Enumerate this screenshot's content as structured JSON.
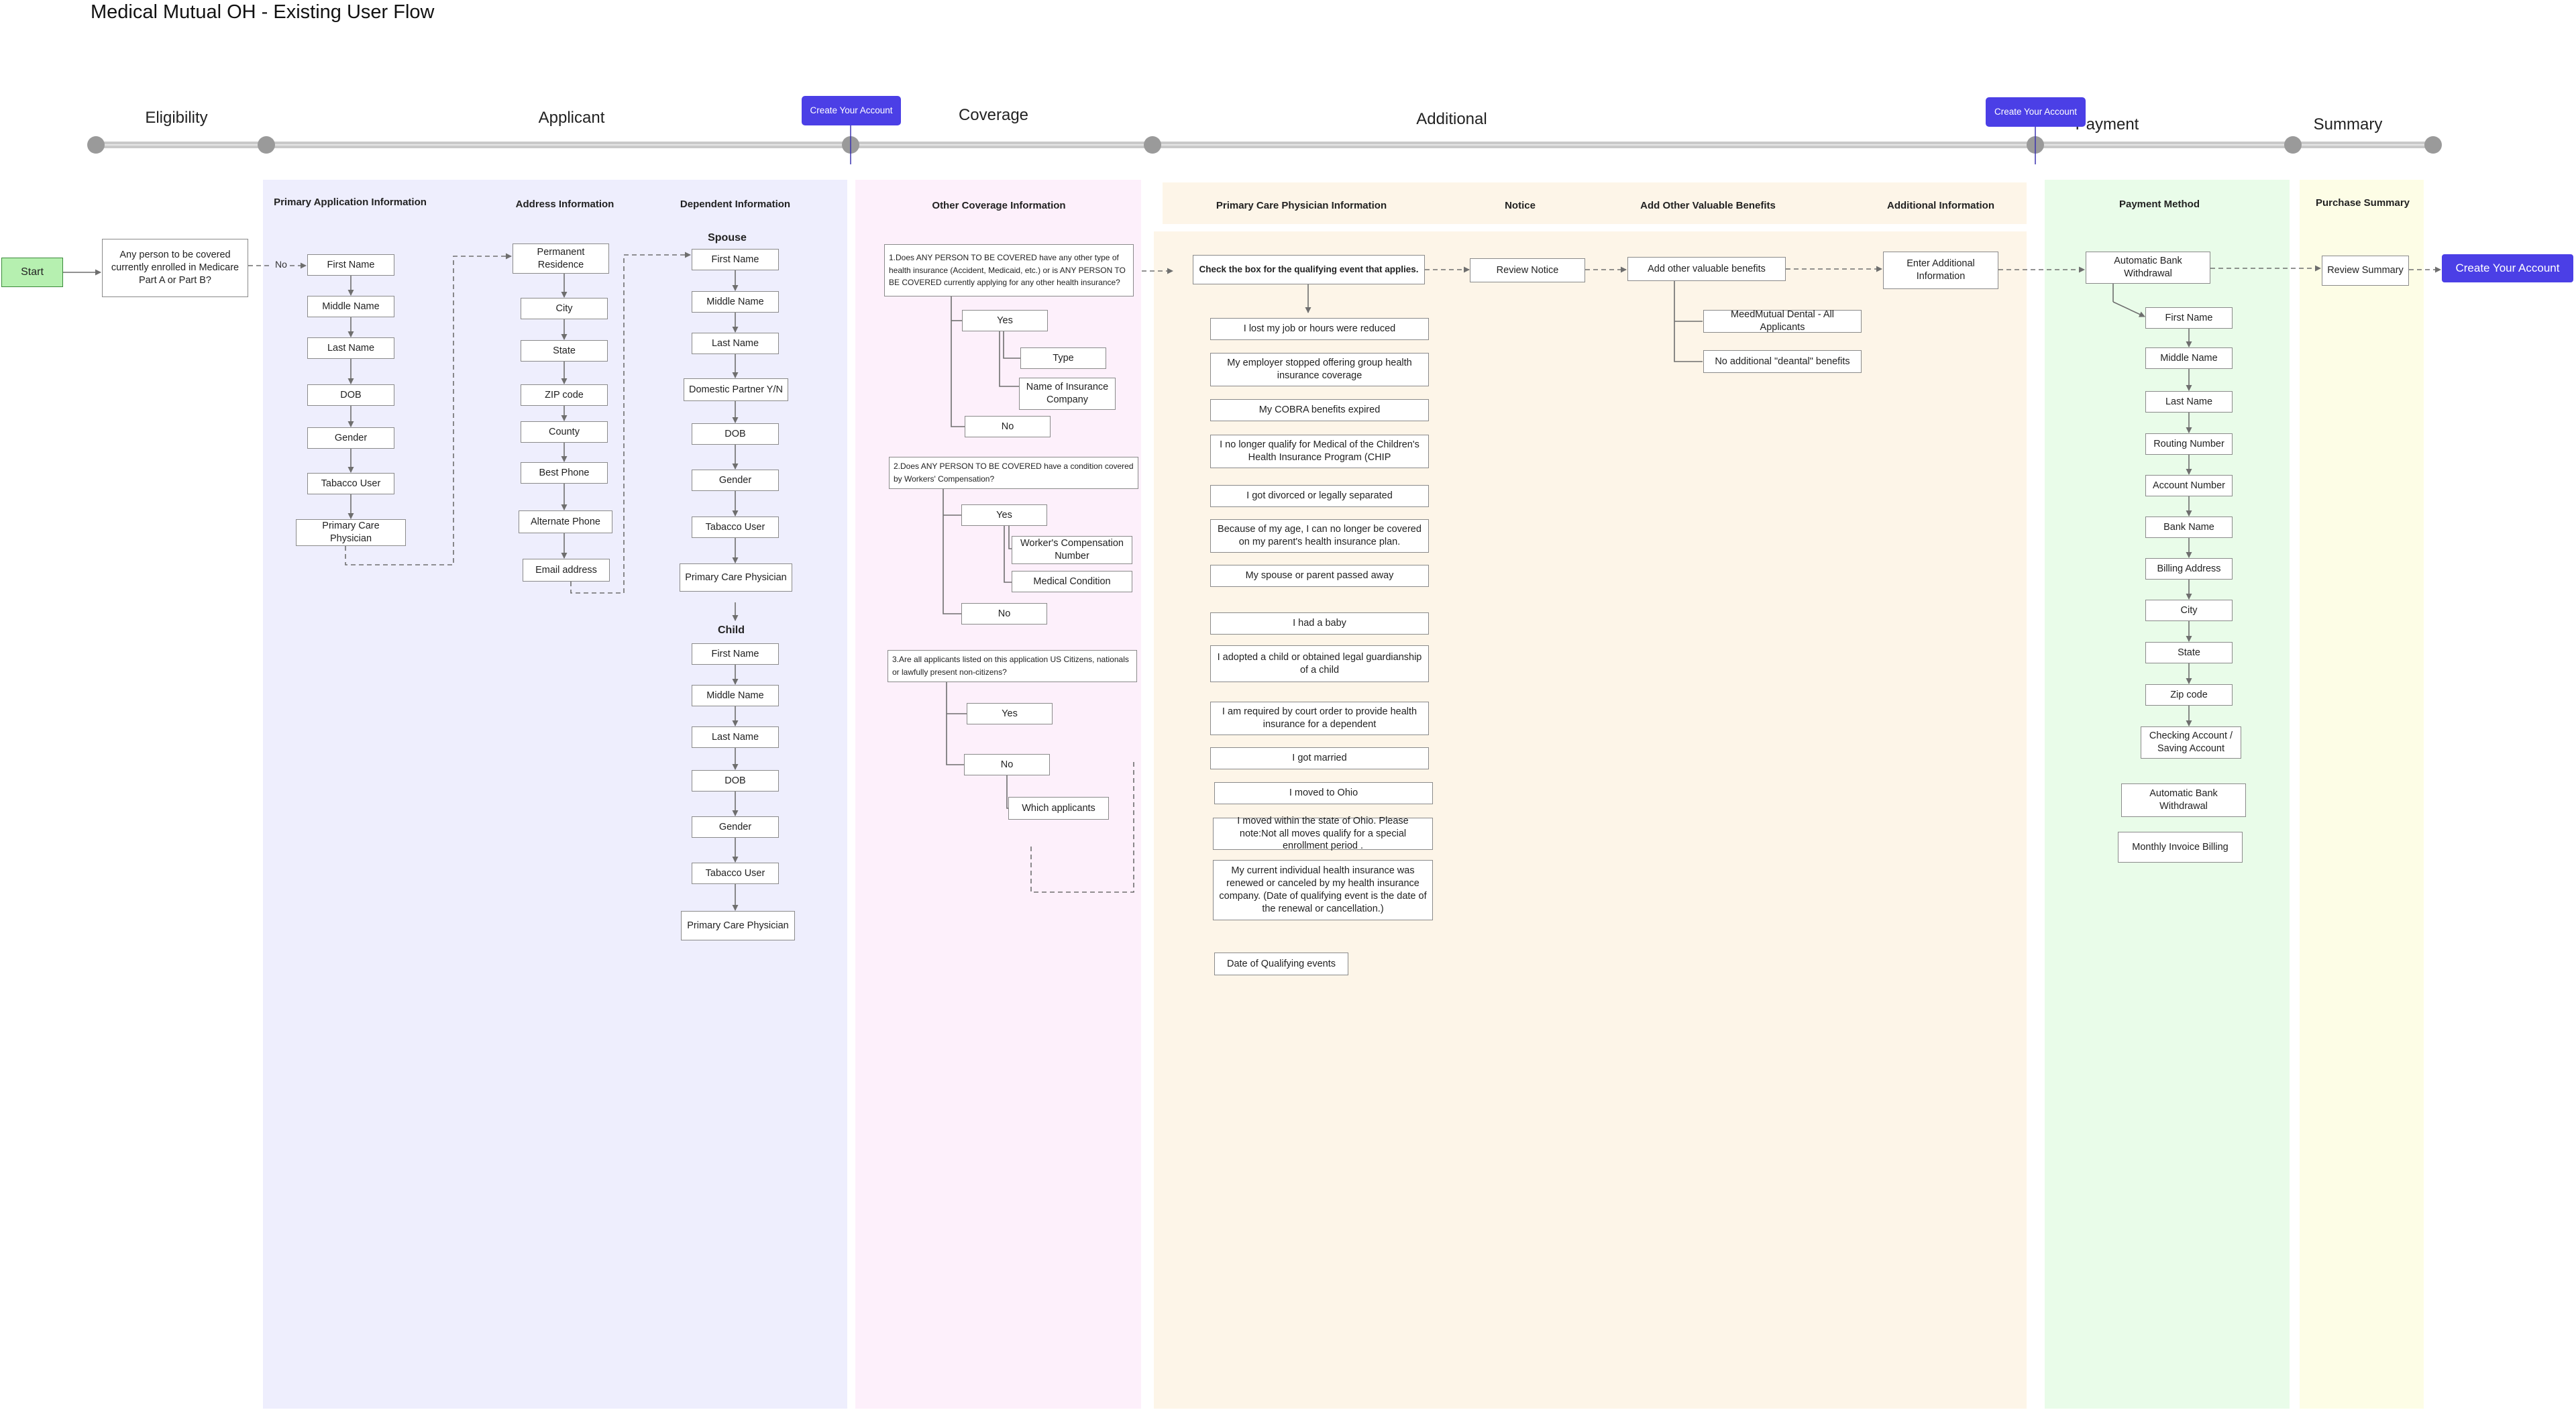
{
  "title": "Medical Mutual OH - Existing User Flow",
  "colors": {
    "applicant_band": "#eeeefd",
    "coverage_band": "#fdf0fb",
    "additional_band": "#fdf5e8",
    "payment_band": "#e9fce9",
    "summary_band": "#fdfde6",
    "timeline": "#c9c9c9",
    "dot": "#9a9a9a",
    "cta": "#4b3fe6",
    "start": "#b6f0b0",
    "connector": "#6e6e6e"
  },
  "phases": [
    "Eligibility",
    "Applicant",
    "Coverage",
    "Additional",
    "Payment",
    "Summary"
  ],
  "milestones": [
    "Create Your Account",
    "Create Your Account"
  ],
  "sections": {
    "primary": "Primary Application Information",
    "address": "Address Information",
    "dependent": "Dependent  Information",
    "other_coverage": "Other Coverage Information",
    "pcp": "Primary  Care Physician Information",
    "notice": "Notice",
    "benefits": "Add Other Valuable Benefits",
    "additional_info": "Additional Information",
    "payment_method": "Payment Method",
    "purchase_summary": "Purchase Summary"
  },
  "eligibility": {
    "start": "Start",
    "question": "Any person to be covered currently enrolled in Medicare Part A or Part B?",
    "no_label": "No"
  },
  "applicant": {
    "primary": [
      "First Name",
      "Middle Name",
      "Last Name",
      "DOB",
      "Gender",
      "Tabacco User",
      "Primary Care Physician"
    ],
    "address": [
      "Permanent Residence",
      "City",
      "State",
      "ZIP code",
      "County",
      "Best Phone",
      "Alternate Phone",
      "Email address"
    ],
    "spouse_title": "Spouse",
    "spouse": [
      "First Name",
      "Middle Name",
      "Last Name",
      "Domestic Partner Y/N",
      "DOB",
      "Gender",
      "Tabacco User",
      "Primary Care Physician"
    ],
    "child_title": "Child",
    "child": [
      "First Name",
      "Middle Name",
      "Last Name",
      "DOB",
      "Gender",
      "Tabacco User",
      "Primary Care Physician"
    ]
  },
  "coverage": {
    "q1": "1.Does ANY PERSON TO BE COVERED have any other type of health insurance (Accident, Medicaid, etc.) or is ANY PERSON TO BE COVERED currently applying for any other health insurance?",
    "q1_yes": "Yes",
    "q1_type": "Type",
    "q1_company": "Name of Insurance Company",
    "q1_no": "No",
    "q2": "2.Does ANY PERSON TO BE COVERED have a condition covered by Workers' Compensation?",
    "q2_yes": "Yes",
    "q2_wc": "Worker's Compensation Number",
    "q2_condition": "Medical Condition",
    "q2_no": "No",
    "q3": "3.Are all applicants listed on this application US Citizens, nationals or lawfully present non-citizens?",
    "q3_yes": "Yes",
    "q3_no": "No",
    "q3_which": "Which applicants"
  },
  "additional": {
    "check_box": "Check the box for the qualifying event that applies.",
    "events": [
      "I lost my job or hours were reduced",
      "My employer stopped offering group health insurance coverage",
      "My COBRA benefits expired",
      "I no longer qualify for Medical of the Children's Health Insurance Program (CHIP",
      "I got divorced or legally separated",
      "Because of my age, I can no longer be covered on my parent's health insurance plan.",
      "My spouse or parent passed away",
      "I had a baby",
      "I adopted a child or obtained legal guardianship of a child",
      "I am required by court order to provide health insurance for a dependent",
      "I got married",
      "I moved to Ohio",
      "I moved within the state of Ohio. Please note:Not all moves qualify for a special enrollment period .",
      "My current individual health insurance was renewed or canceled by my health insurance company. (Date of qualifying event is the date of the renewal or cancellation.)"
    ],
    "date_events": "Date of Qualifying events",
    "review_notice": "Review Notice",
    "add_benefits": "Add other valuable benefits",
    "benefit_options": [
      "MeedMutual Dental - All Applicants",
      "No additional \"deantal\" benefits"
    ],
    "enter_additional": "Enter Additional Information"
  },
  "payment": {
    "auto_bank": "Automatic Bank Withdrawal",
    "fields": [
      "First Name",
      "Middle Name",
      "Last Name",
      "Routing Number",
      "Account Number",
      "Bank Name",
      "Billing Address",
      "City",
      "State",
      "Zip code",
      "Checking Account / Saving Account"
    ],
    "auto_bank_option": "Automatic Bank Withdrawal",
    "monthly_invoice": "Monthly Invoice Billing"
  },
  "summary": {
    "review_summary": "Review Summary",
    "create_account": "Create Your Account"
  }
}
